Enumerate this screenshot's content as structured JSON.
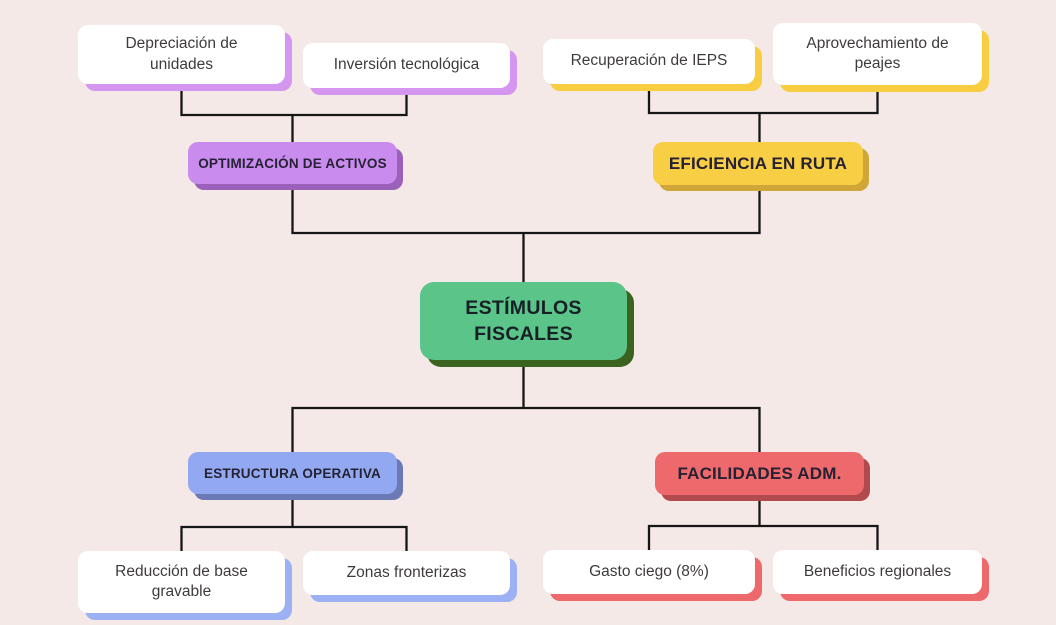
{
  "canvas": {
    "bg": "#F5E9E7",
    "line_color": "#161616"
  },
  "diagram": {
    "root": {
      "label": "ESTÍMULOS FISCALES",
      "fill": "#5BC488",
      "shadow": "#3B6320"
    },
    "branches": [
      {
        "id": "optimizacion-de-activos",
        "label": "OPTIMIZACIÓN DE ACTIVOS",
        "fill": "#C98BEE",
        "shadow": "#9B60BA",
        "leaf_shadow": "#D596F0",
        "leaves": [
          "Depreciación de unidades",
          "Inversión tecnológica"
        ]
      },
      {
        "id": "eficiencia-en-ruta",
        "label": "EFICIENCIA EN RUTA",
        "fill": "#F7CE44",
        "shadow": "#CFA637",
        "leaf_shadow": "#F9CD42",
        "leaves": [
          "Recuperación de IEPS",
          "Aprovechamiento de peajes"
        ]
      },
      {
        "id": "estructura-operativa",
        "label": "ESTRUCTURA OPERATIVA",
        "fill": "#92A9F1",
        "shadow": "#6B7AB4",
        "leaf_shadow": "#9BB1F4",
        "leaves": [
          "Reducción de base gravable",
          "Zonas fronterizas"
        ]
      },
      {
        "id": "facilidades-adm",
        "label": "FACILIDADES ADM.",
        "fill": "#EE696B",
        "shadow": "#B04A4C",
        "leaf_shadow": "#ED696B",
        "leaves": [
          "Gasto ciego (8%)",
          "Beneficios regionales"
        ]
      }
    ]
  }
}
